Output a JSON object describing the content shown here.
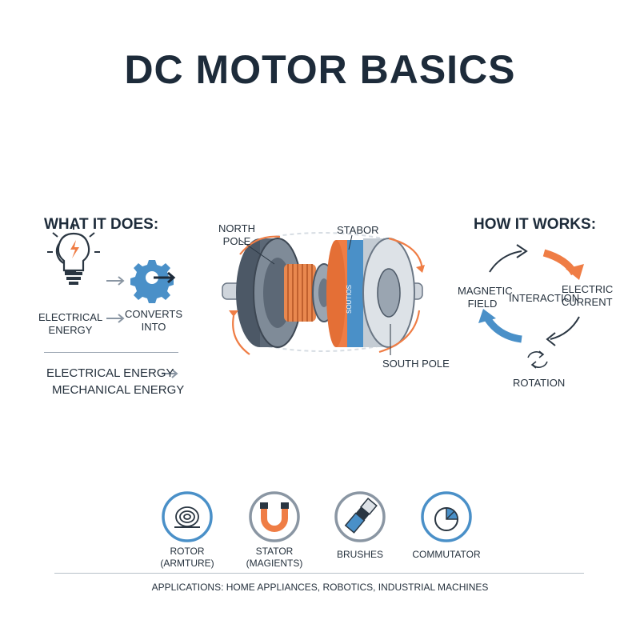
{
  "title": "DC MOTOR BASICS",
  "what_it_does": {
    "heading": "WHAT IT DOES:",
    "input_label": "ELECTRICAL ENERGY",
    "output_label": "CONVERTS INTO",
    "summary_line1": "ELECTRICAL ENERGY",
    "summary_line2": "MECHANICAL ENERGY",
    "icons": [
      "lightbulb-icon",
      "gear-icon"
    ]
  },
  "motor": {
    "north_pole": "NORTH POLE",
    "stator": "STABOR",
    "stator_band_text": "SOUTIOS",
    "south_pole": "SOUTH POLE"
  },
  "how_it_works": {
    "heading": "HOW IT WORKS:",
    "magnetic_field": "MAGNETIC FIELD",
    "interaction": "INTERACTION",
    "electric_current": "ELECTRIC CURRENT",
    "rotation": "ROTATION"
  },
  "components": [
    {
      "label_line1": "ROTOR",
      "label_line2": "(ARMTURE)",
      "icon": "coil-icon"
    },
    {
      "label_line1": "STATOR",
      "label_line2": "(MAGIENTS)",
      "icon": "magnet-icon"
    },
    {
      "label_line1": "BRUSHES",
      "label_line2": "",
      "icon": "brush-icon"
    },
    {
      "label_line1": "COMMUTATOR",
      "label_line2": "",
      "icon": "commutator-icon"
    }
  ],
  "applications": "APPLICATIONS: HOME APPLIANCES, ROBOTICS, INDUSTRIAL MACHINES",
  "colors": {
    "dark": "#1d2b3a",
    "orange": "#ef7d45",
    "blue": "#4a90c8",
    "grey": "#6b7785"
  }
}
